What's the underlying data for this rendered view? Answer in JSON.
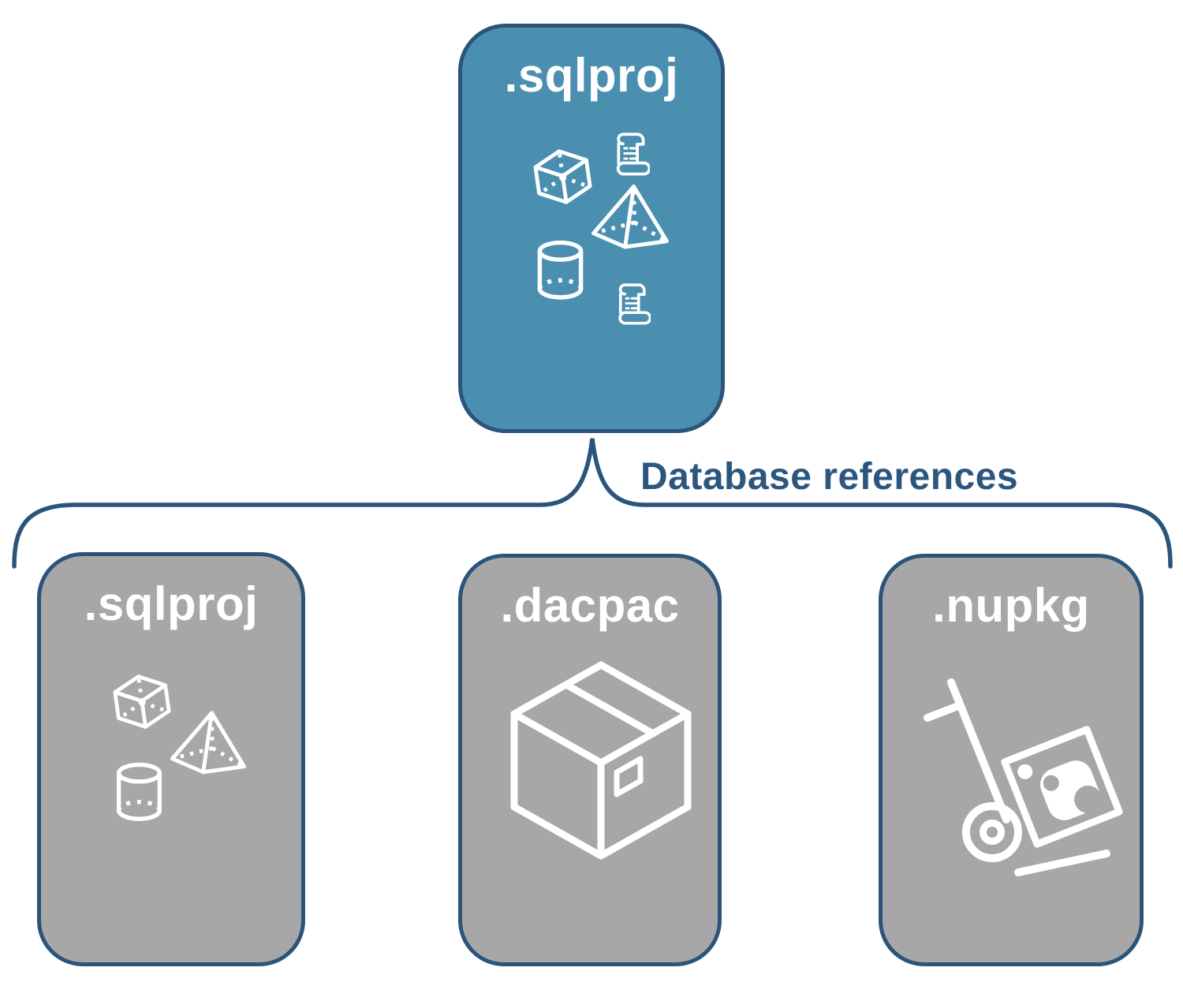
{
  "diagram": {
    "root_node": {
      "label": ".sqlproj",
      "icons": [
        "script-scroll",
        "cube",
        "pyramid",
        "cylinder",
        "script-scroll"
      ],
      "fill": "#4a8fb0"
    },
    "connector": {
      "label": "Database references",
      "color": "#2d567f"
    },
    "child_nodes": [
      {
        "label": ".sqlproj",
        "icons": [
          "cube",
          "pyramid",
          "cylinder"
        ],
        "fill": "#a7a7a7"
      },
      {
        "label": ".dacpac",
        "icons": [
          "package-box"
        ],
        "fill": "#a7a7a7"
      },
      {
        "label": ".nupkg",
        "icons": [
          "hand-truck-with-package"
        ],
        "fill": "#a7a7a7"
      }
    ],
    "colors": {
      "root_fill": "#4a8fb0",
      "child_fill": "#a7a7a7",
      "outline": "#2b547a",
      "connector_text": "#2d567f",
      "icon_and_label": "#ffffff",
      "background": "#ffffff"
    }
  }
}
